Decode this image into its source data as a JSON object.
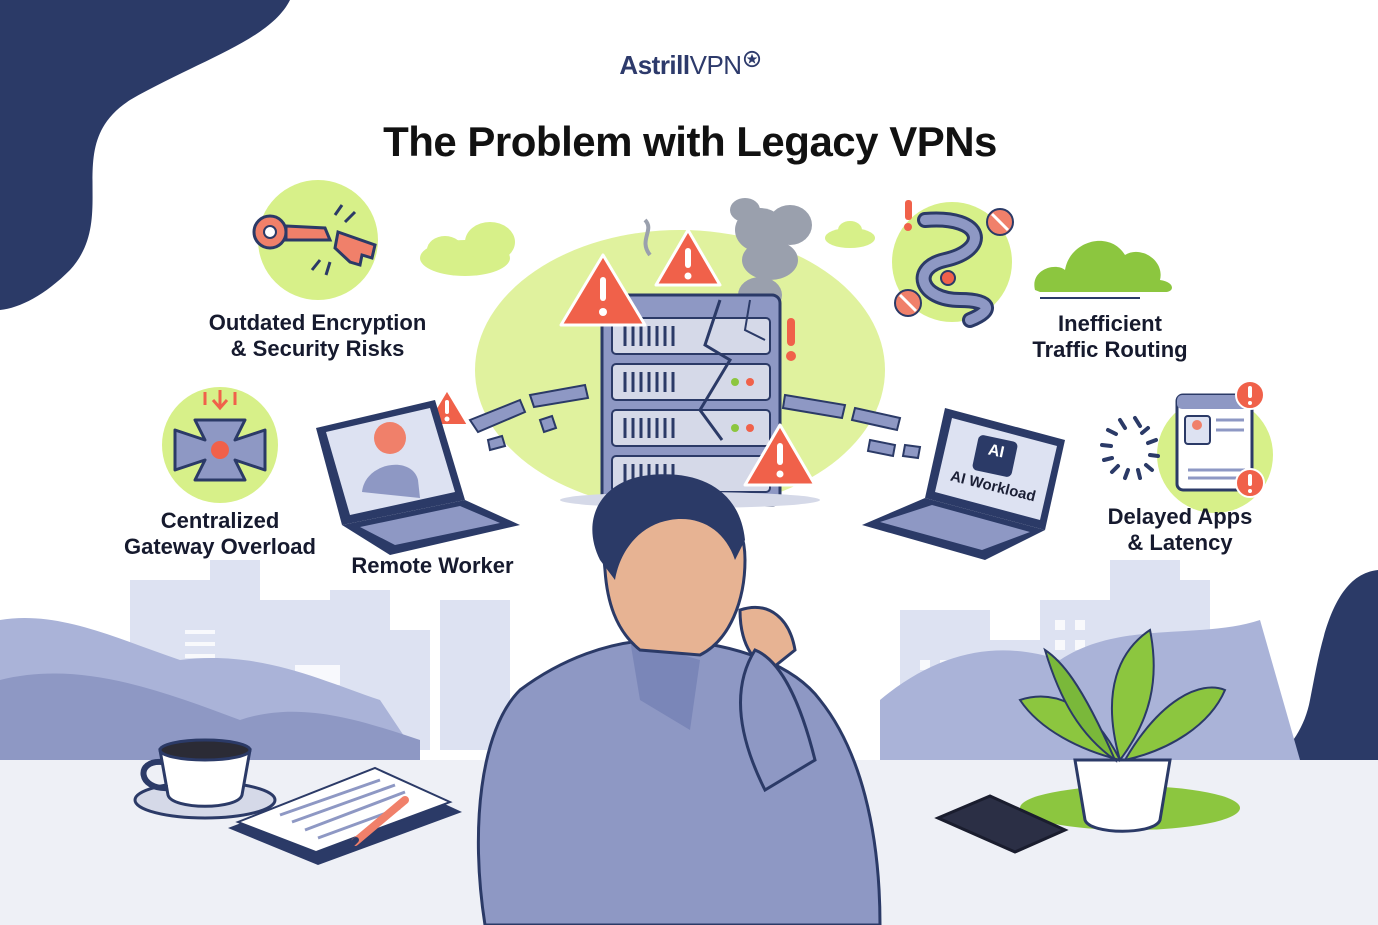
{
  "brand": {
    "name_bold": "Astrill",
    "name_light": "VPN",
    "icon": "star-logo-icon"
  },
  "headline": "The Problem with Legacy VPNs",
  "labels": {
    "encryption": {
      "line1": "Outdated Encryption",
      "line2": "& Security Risks"
    },
    "routing": {
      "line1": "Inefficient",
      "line2": "Traffic Routing"
    },
    "gateway": {
      "line1": "Centralized",
      "line2": "Gateway Overload"
    },
    "remote": {
      "line1": "Remote Worker"
    },
    "latency": {
      "line1": "Delayed Apps",
      "line2": "& Latency"
    }
  },
  "laptop_right": {
    "chip": "AI",
    "screen_text": "AI Workload"
  },
  "icons": [
    "broken-key-icon",
    "winding-road-icon",
    "gateway-overload-icon",
    "warning-triangle-icon",
    "cloud-icon",
    "smoke-icon",
    "loading-spinner-icon",
    "app-window-icon",
    "laptop-icon",
    "server-rack-icon",
    "coffee-cup-icon",
    "notepad-icon",
    "pen-icon",
    "smartphone-icon",
    "plant-icon"
  ],
  "colors": {
    "navy": "#2b3a67",
    "lime": "#d7f089",
    "green": "#8cc63f",
    "alert": "#f0614a",
    "slate": "#8e98c4"
  }
}
